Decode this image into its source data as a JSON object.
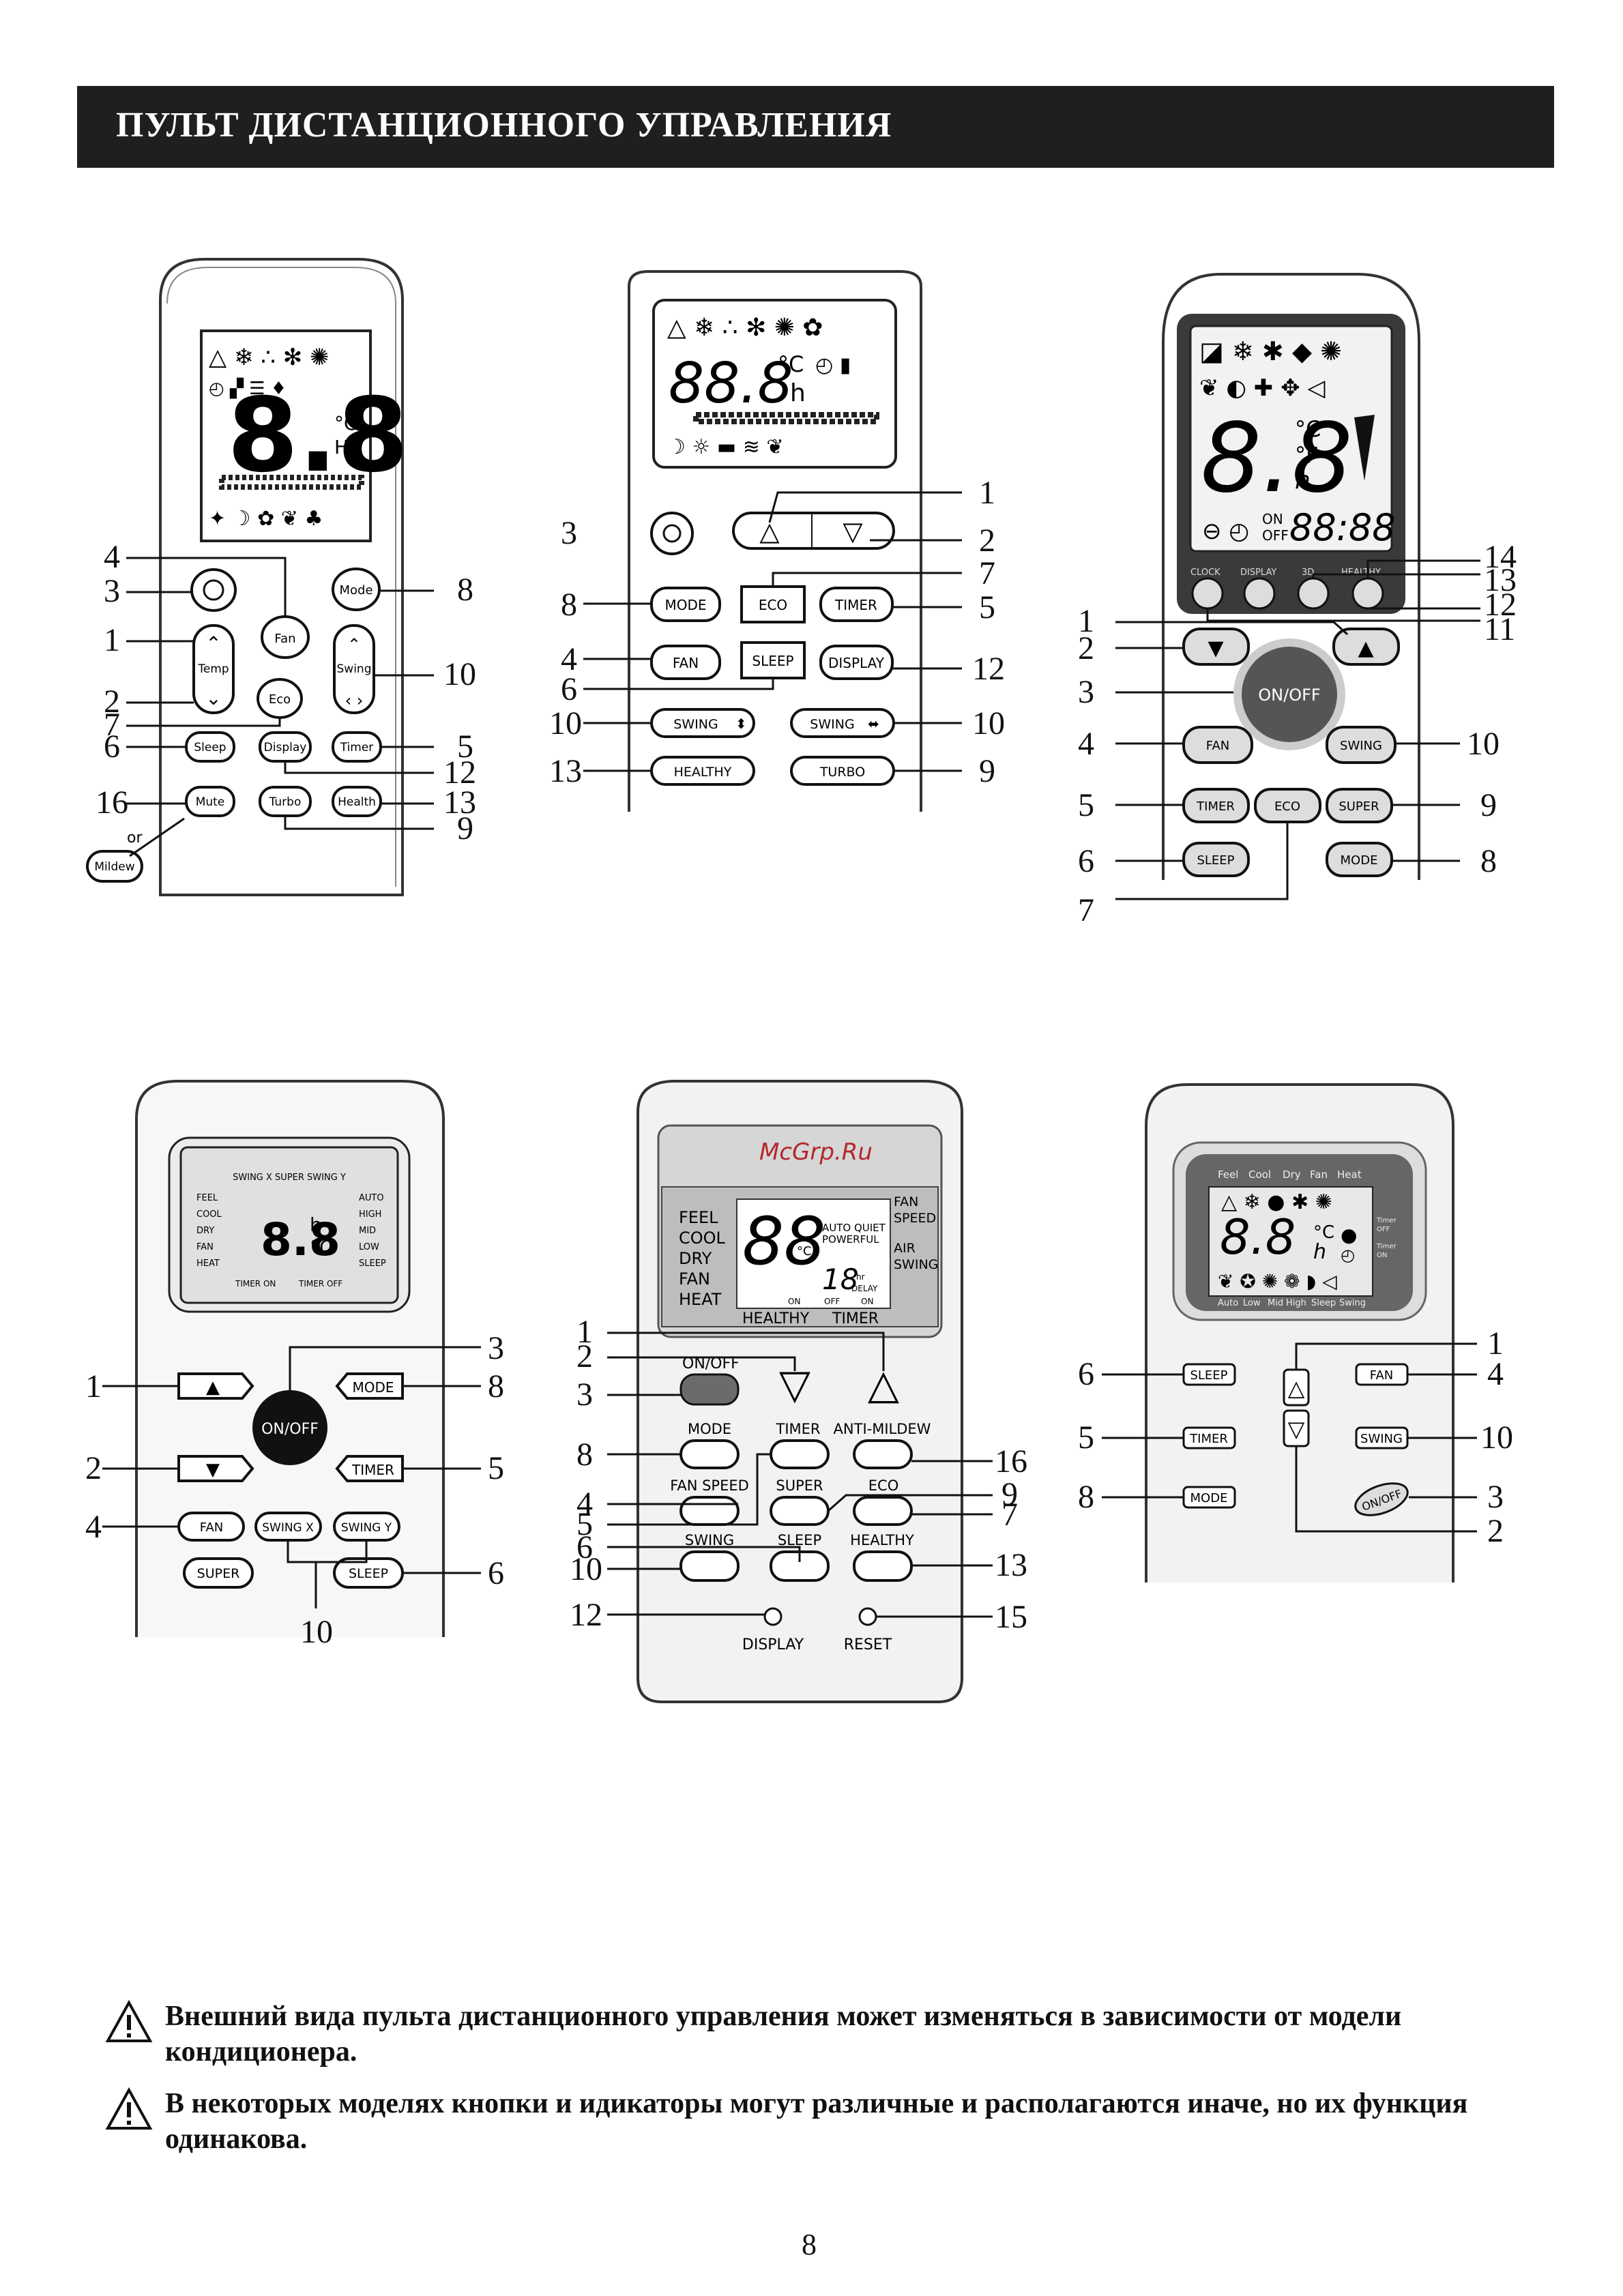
{
  "header": {
    "title": "ПУЛЬТ ДИСТАНЦИОННОГО УПРАВЛЕНИЯ"
  },
  "watermark": "McGrp.Ru",
  "remotes": [
    {
      "id": "r1",
      "buttons": [
        "Fan",
        "Mode",
        "Temp",
        "Swing",
        "Eco",
        "Sleep",
        "Display",
        "Timer",
        "Mute",
        "Turbo",
        "Health",
        "Mildew"
      ],
      "or_label": "or",
      "display_digits": "8.8",
      "display_units": [
        "°C",
        "H"
      ],
      "callouts": [
        "4",
        "3",
        "1",
        "2",
        "7",
        "6",
        "16",
        "8",
        "10",
        "5",
        "12",
        "13",
        "9"
      ]
    },
    {
      "id": "r2",
      "buttons": [
        "MODE",
        "ECO",
        "TIMER",
        "FAN",
        "SLEEP",
        "DISPLAY",
        "SWING",
        "SWING",
        "HEALTHY",
        "TURBO"
      ],
      "display_digits": "88.8",
      "display_units": [
        "°C",
        "h"
      ],
      "callouts": [
        "1",
        "2",
        "3",
        "7",
        "8",
        "5",
        "4",
        "12",
        "6",
        "10",
        "10",
        "13",
        "9"
      ]
    },
    {
      "id": "r3",
      "top_labels": [
        "CLOCK",
        "DISPLAY",
        "3D",
        "HEALTHY"
      ],
      "buttons": [
        "ON/OFF",
        "FAN",
        "SWING",
        "TIMER",
        "ECO",
        "SUPER",
        "SLEEP",
        "MODE"
      ],
      "display_digits": "8.8",
      "display_units": [
        "°C",
        "°F",
        "h"
      ],
      "clock_digits": "88:88",
      "on_label": "ON",
      "off_label": "OFF",
      "callouts": [
        "14",
        "13",
        "12",
        "11",
        "1",
        "2",
        "3",
        "4",
        "10",
        "5",
        "9",
        "6",
        "8",
        "7"
      ]
    },
    {
      "id": "r4",
      "lcd_top": "SWING X  SUPER  SWING Y",
      "lcd_left": [
        "FEEL",
        "COOL",
        "DRY",
        "FAN",
        "HEAT"
      ],
      "lcd_right": [
        "AUTO",
        "HIGH",
        "MID",
        "LOW",
        "SLEEP"
      ],
      "lcd_bottom": [
        "TIMER ON",
        "TIMER OFF"
      ],
      "display_digits": "8.8",
      "display_units": [
        "h",
        "°C"
      ],
      "buttons": [
        "ON/OFF",
        "MODE",
        "TIMER",
        "FAN",
        "SWING X",
        "SWING Y",
        "SUPER",
        "SLEEP"
      ],
      "callouts": [
        "3",
        "1",
        "8",
        "2",
        "5",
        "4",
        "6",
        "10"
      ]
    },
    {
      "id": "r5",
      "lcd_left": [
        "FEEL",
        "COOL",
        "DRY",
        "FAN",
        "HEAT"
      ],
      "lcd_mid": [
        "AUTO QUIET",
        "POWERFUL"
      ],
      "lcd_right": [
        "FAN",
        "SPEED",
        "AIR",
        "SWING"
      ],
      "lcd_small": [
        "hr",
        "DELAY",
        "ON",
        "OFF",
        "ON"
      ],
      "lcd_bottom": [
        "HEALTHY",
        "TIMER"
      ],
      "display_digits": "88",
      "display_small_digits": "18",
      "display_units": [
        "°C"
      ],
      "buttons": [
        "ON/OFF",
        "MODE",
        "TIMER",
        "ANTI-MILDEW",
        "FAN SPEED",
        "SUPER",
        "ECO",
        "SWING",
        "SLEEP",
        "HEALTHY",
        "DISPLAY",
        "RESET"
      ],
      "callouts": [
        "1",
        "2",
        "3",
        "8",
        "16",
        "4",
        "5",
        "9",
        "7",
        "6",
        "10",
        "13",
        "12",
        "15"
      ]
    },
    {
      "id": "r6",
      "lcd_top": [
        "Feel",
        "Cool",
        "Dry",
        "Fan",
        "Heat"
      ],
      "lcd_bottom": [
        "Auto",
        "Low",
        "Mid",
        "High",
        "Sleep",
        "Swing"
      ],
      "lcd_side": [
        "Timer",
        "OFF",
        "Timer",
        "ON"
      ],
      "display_digits": "8.8",
      "display_units": [
        "°C",
        "h"
      ],
      "buttons": [
        "SLEEP",
        "FAN",
        "TIMER",
        "SWING",
        "MODE",
        "ON/OFF"
      ],
      "callouts": [
        "1",
        "6",
        "4",
        "5",
        "10",
        "8",
        "3",
        "2"
      ]
    }
  ],
  "notes": [
    "Внешний вида пульта дистанционного управления может изменяться в зависимости от модели кондиционера.",
    "В некоторых моделях кнопки и идикаторы  могут различные и  располагаются иначе, но их функция одинакова."
  ],
  "page_number": "8"
}
